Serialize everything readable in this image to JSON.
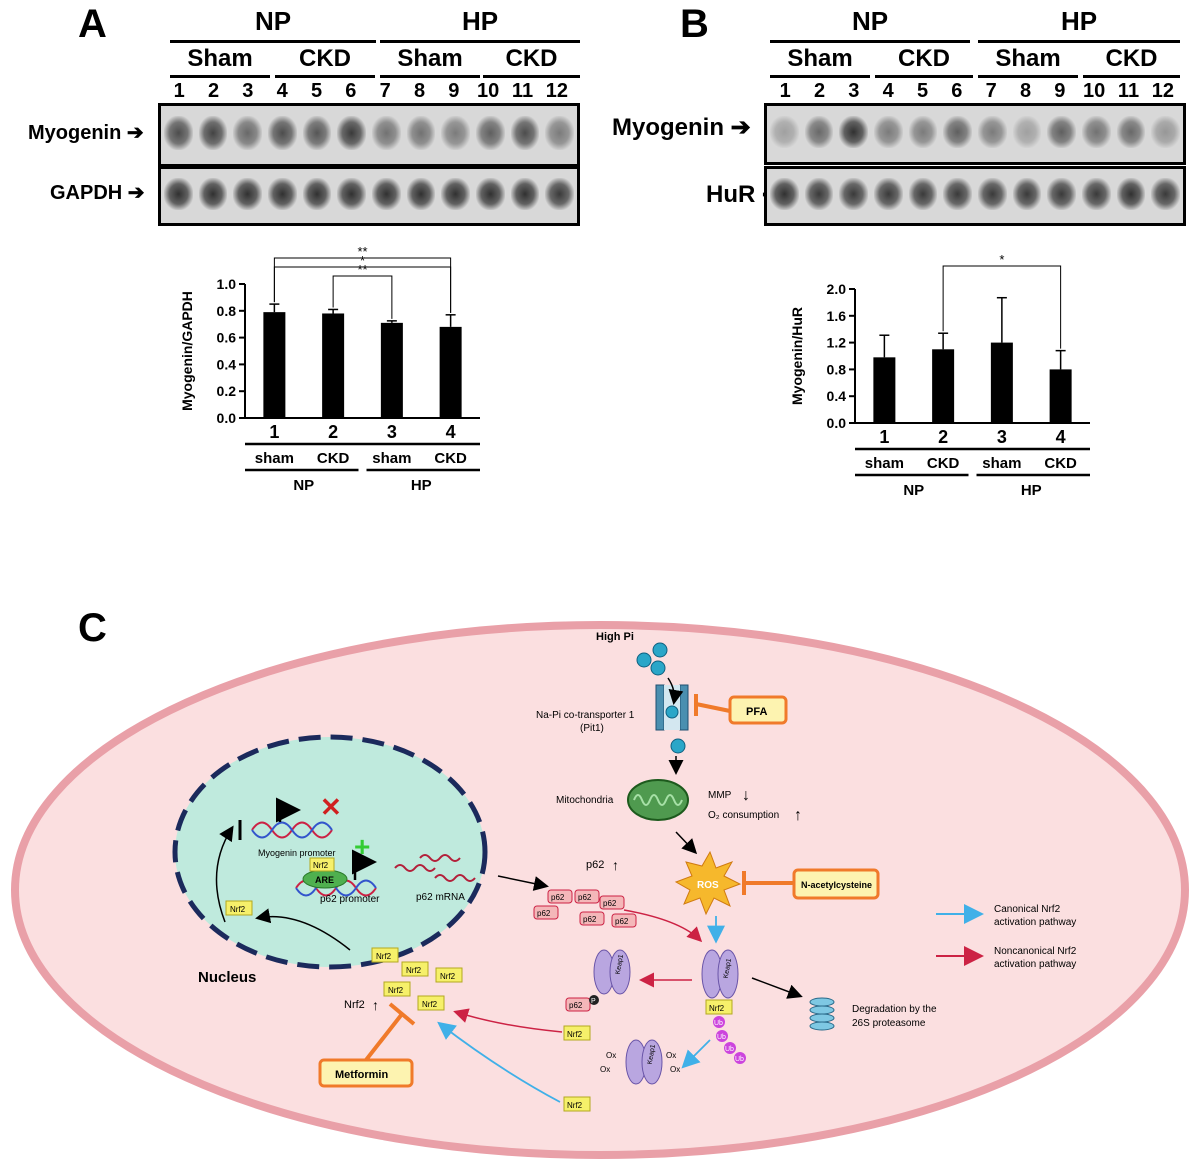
{
  "panel_a": {
    "letter": "A",
    "groups": [
      "NP",
      "HP"
    ],
    "subgroups": [
      "Sham",
      "CKD",
      "Sham",
      "CKD"
    ],
    "lanes": [
      "1",
      "2",
      "3",
      "4",
      "5",
      "6",
      "7",
      "8",
      "9",
      "10",
      "11",
      "12"
    ],
    "rows": [
      "Myogenin",
      "GAPDH"
    ],
    "myogenin_band_intensity": [
      0.75,
      0.8,
      0.6,
      0.75,
      0.7,
      0.85,
      0.55,
      0.55,
      0.5,
      0.65,
      0.75,
      0.5
    ],
    "gapdh_band_intensity": [
      0.9,
      0.9,
      0.9,
      0.9,
      0.9,
      0.9,
      0.9,
      0.9,
      0.9,
      0.9,
      0.9,
      0.85
    ]
  },
  "panel_b": {
    "letter": "B",
    "groups": [
      "NP",
      "HP"
    ],
    "subgroups": [
      "Sham",
      "CKD",
      "Sham",
      "CKD"
    ],
    "lanes": [
      "1",
      "2",
      "3",
      "4",
      "5",
      "6",
      "7",
      "8",
      "9",
      "10",
      "11",
      "12"
    ],
    "rows": [
      "Myogenin",
      "HuR"
    ],
    "myogenin_band_intensity": [
      0.3,
      0.6,
      0.9,
      0.5,
      0.5,
      0.65,
      0.5,
      0.3,
      0.65,
      0.55,
      0.6,
      0.35
    ],
    "hur_band_intensity": [
      0.9,
      0.85,
      0.85,
      0.85,
      0.85,
      0.85,
      0.85,
      0.85,
      0.85,
      0.85,
      0.9,
      0.85
    ]
  },
  "chart_data": [
    {
      "type": "bar",
      "ylabel": "Myogenin/GAPDH",
      "categories": [
        "1",
        "2",
        "3",
        "4"
      ],
      "category_labels": [
        "sham",
        "CKD",
        "sham",
        "CKD"
      ],
      "group_labels": [
        "NP",
        "HP"
      ],
      "values": [
        0.79,
        0.78,
        0.71,
        0.68
      ],
      "errors": [
        0.06,
        0.03,
        0.015,
        0.09
      ],
      "ylim": [
        0,
        1.0
      ],
      "yticks": [
        "0.0",
        "0.2",
        "0.4",
        "0.6",
        "0.8",
        "1.0"
      ],
      "significance": [
        {
          "from": "1",
          "to": "4",
          "label": "**"
        },
        {
          "from": "2",
          "to": "3",
          "label": "**"
        },
        {
          "from": "1",
          "to": "4",
          "label": "*"
        }
      ]
    },
    {
      "type": "bar",
      "ylabel": "Myogenin/HuR",
      "categories": [
        "1",
        "2",
        "3",
        "4"
      ],
      "category_labels": [
        "sham",
        "CKD",
        "sham",
        "CKD"
      ],
      "group_labels": [
        "NP",
        "HP"
      ],
      "values": [
        0.98,
        1.1,
        1.2,
        0.8
      ],
      "errors": [
        0.33,
        0.24,
        0.67,
        0.28
      ],
      "ylim": [
        0,
        2.0
      ],
      "yticks": [
        "0.0",
        "0.4",
        "0.8",
        "1.2",
        "1.6",
        "2.0"
      ],
      "significance": [
        {
          "from": "2",
          "to": "4",
          "label": "*"
        }
      ]
    }
  ],
  "panel_c": {
    "letter": "C",
    "high_pi": "High Pi",
    "transporter": "Na-Pi co-transporter 1",
    "transporter_sub": "(Pit1)",
    "pfa": "PFA",
    "mitochondria": "Mitochondria",
    "mmp": "MMP",
    "o2": "O₂ consumption",
    "ros": "ROS",
    "nac": "N-acetylcysteine",
    "p62_up": "p62",
    "p62": "p62",
    "p62_mrna": "p62 mRNA",
    "p62_promoter": "p62 promoter",
    "myogenin_promoter": "Myogenin promoter",
    "are": "ARE",
    "nrf2": "Nrf2",
    "nrf2_up": "Nrf2",
    "nucleus": "Nucleus",
    "metformin": "Metformin",
    "keap1": "Keap1",
    "ub": "Ub",
    "ox": "Ox",
    "p_mark": "P",
    "degradation_1": "Degradation by the",
    "degradation_2": "26S proteasome",
    "legend_canonical_1": "Canonical Nrf2",
    "legend_canonical_2": "activation pathway",
    "legend_noncanonical_1": "Noncanonical Nrf2",
    "legend_noncanonical_2": "activation pathway",
    "up_arrow": "↑",
    "down_arrow": "↓",
    "colors": {
      "cell": "#fbdfe0",
      "cell_border": "#e9a0a8",
      "nucleus": "#bfeadd",
      "nucleus_border": "#1b2a5c",
      "canonical": "#40b0e8",
      "noncanonical": "#cc2244",
      "inhibitor": "#f07a2a",
      "nrf2_box": "#f6f06a",
      "p62_box": "#f4b7b9",
      "keap1": "#b9a6e0",
      "ub": "#cc44dd",
      "ros": "#f6b82c",
      "mito": "#4f9a4f",
      "pi": "#2aa6c8"
    }
  }
}
